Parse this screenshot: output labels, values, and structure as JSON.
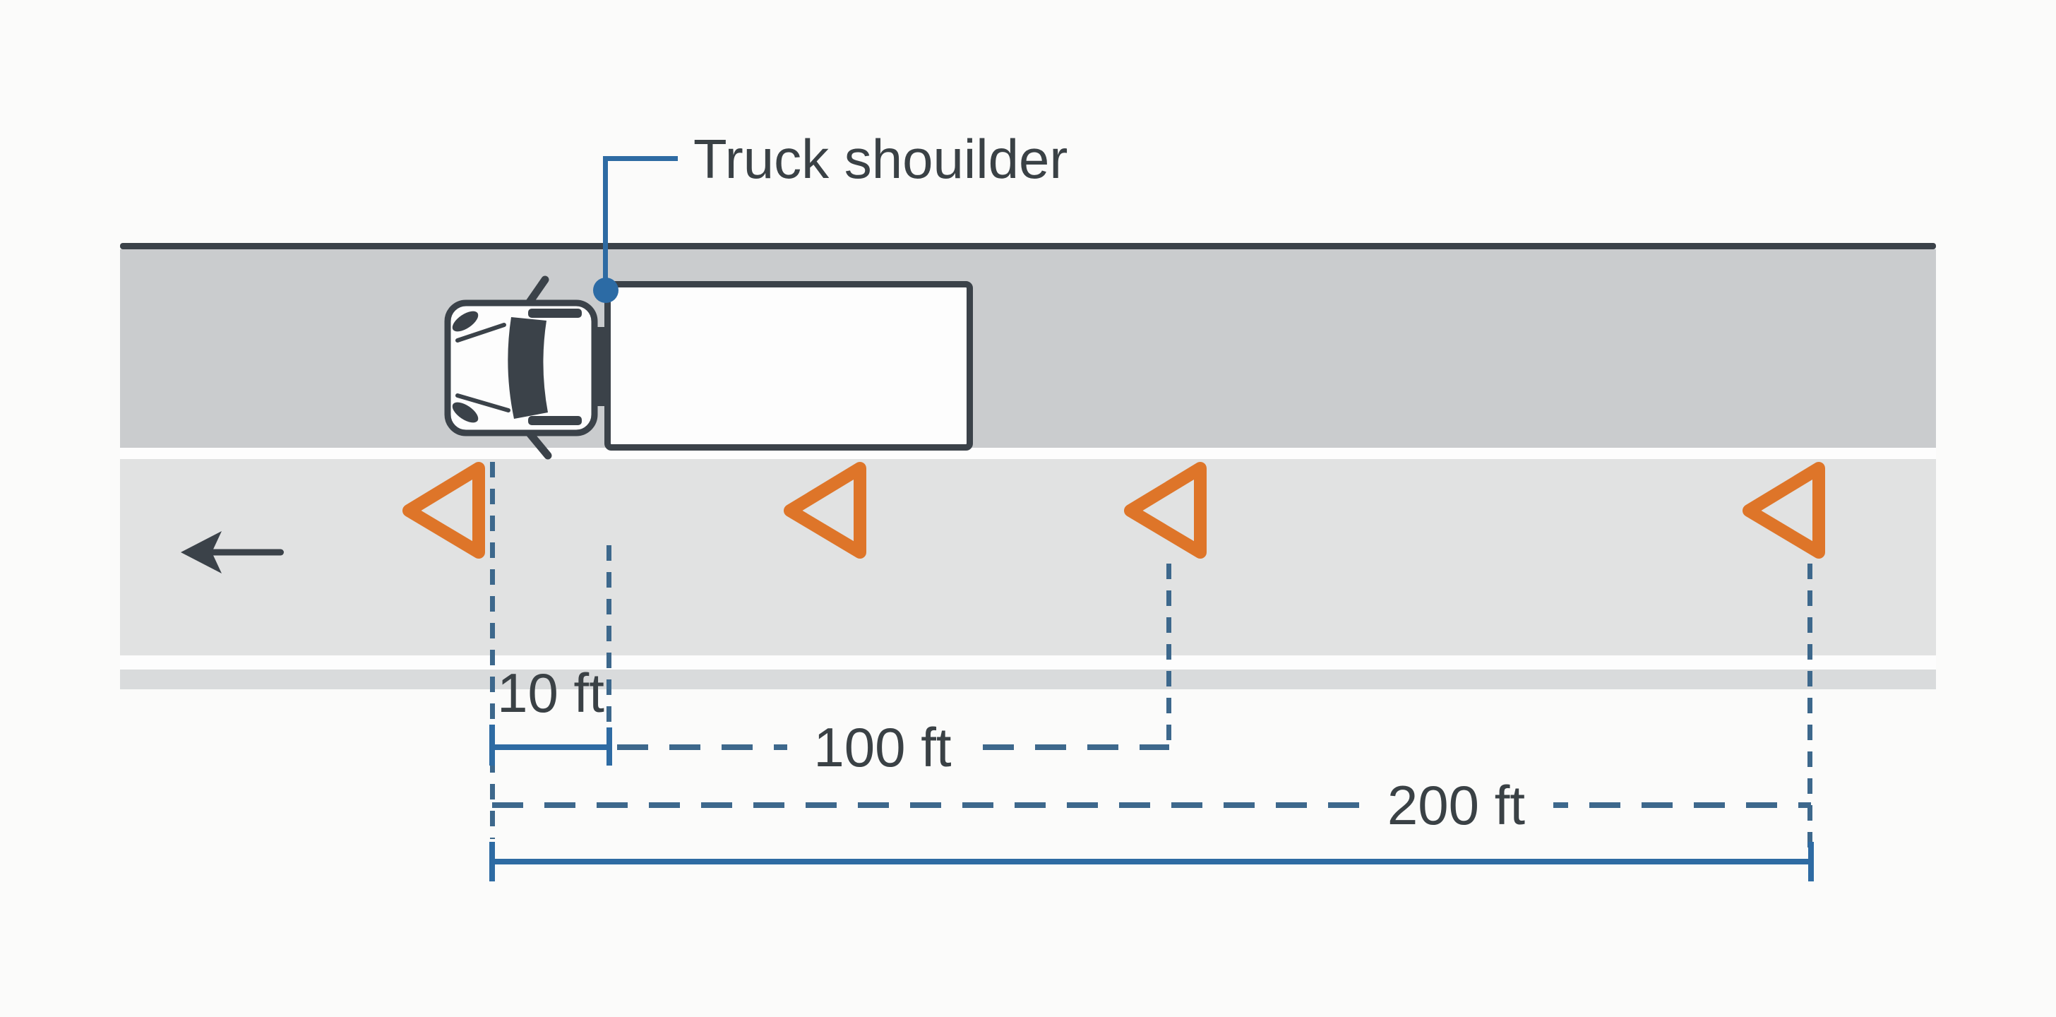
{
  "diagram": {
    "type": "roadside-warning-triangle-placement",
    "callout": {
      "label": "Truck shouilder"
    },
    "measurements": [
      {
        "id": "shoulder-offset",
        "label": "10 ft"
      },
      {
        "id": "mid-distance",
        "label": "100 ft"
      },
      {
        "id": "far-distance",
        "label": "200 ft"
      }
    ],
    "warning_triangles": {
      "count": 4,
      "shape": "hollow left-pointing triangle",
      "color": "#de7529"
    },
    "traffic_direction": "left",
    "icons": {
      "warning_triangle": "triangle-outline-left",
      "direction_arrow": "arrow-left",
      "truck": "top-view-cab-and-trailer",
      "shoulder_point": "blue-dot"
    },
    "colors": {
      "background": "#fbfbfa",
      "road_shoulder": "#caccce",
      "road_lane": "#e1e2e2",
      "road_edge_strip": "#d9dbdc",
      "lane_marking_white": "#fdfdfd",
      "outline_dark": "#3b4249",
      "text": "#3a4145",
      "callout_blue": "#2e6ba3",
      "dash_blue": "#3d688c",
      "triangle_orange": "#de7529"
    }
  }
}
